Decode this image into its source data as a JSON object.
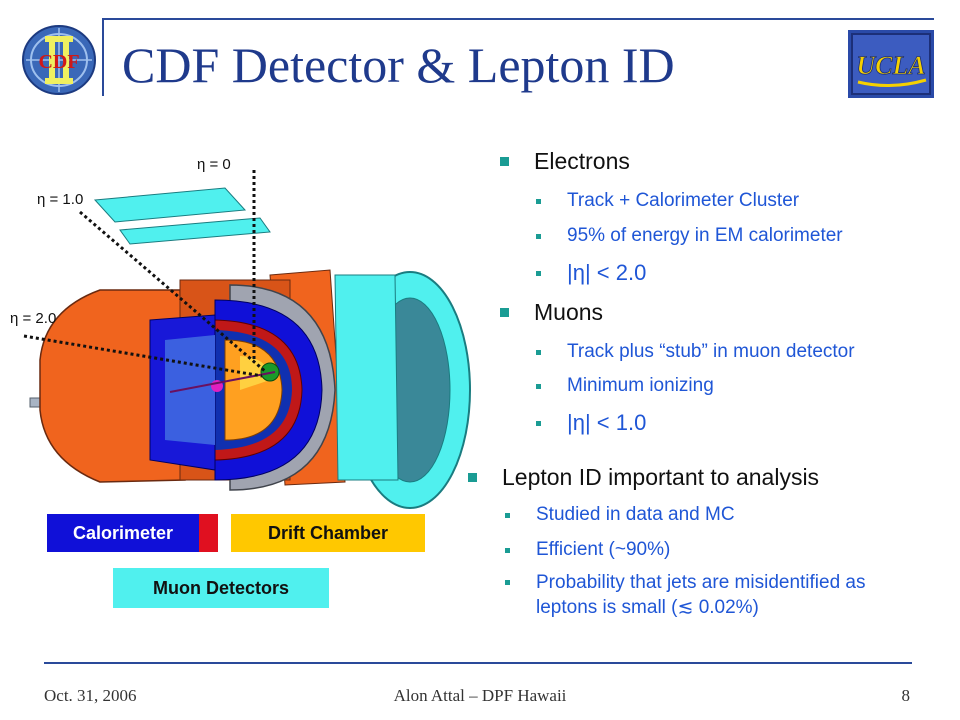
{
  "header": {
    "title": "CDF Detector & Lepton ID",
    "cdf_logo_text": "CDF",
    "ucla_logo_text": "UCLA"
  },
  "figure": {
    "eta_labels": [
      "η = 0",
      "η = 1.0",
      "η = 2.0"
    ],
    "legend": {
      "calorimeter": "Calorimeter",
      "drift_chamber": "Drift Chamber",
      "muon_detectors": "Muon Detectors"
    }
  },
  "bullets": {
    "electrons": {
      "label": "Electrons",
      "items": [
        "Track + Calorimeter Cluster",
        "95% of energy in EM calorimeter",
        "|η| < 2.0"
      ]
    },
    "muons": {
      "label": "Muons",
      "items": [
        "Track plus “stub” in muon detector",
        "Minimum ionizing",
        "|η| < 1.0"
      ]
    },
    "lepton_id": {
      "label": "Lepton ID important to analysis",
      "items": [
        "Studied in data and MC",
        "Efficient (~90%)",
        "Probability that jets are misidentified as leptons is small (≲ 0.02%)"
      ]
    }
  },
  "footer": {
    "date": "Oct. 31, 2006",
    "author": "Alon Attal – DPF Hawaii",
    "page": "8"
  },
  "colors": {
    "title": "#1f3a8c",
    "bullet": "#1a9c94",
    "sub_text": "#1f56d6",
    "calorimeter": "#1010d8",
    "drift_chamber": "#ffc800",
    "muon": "#50f0ee",
    "orange": "#f0641e"
  }
}
